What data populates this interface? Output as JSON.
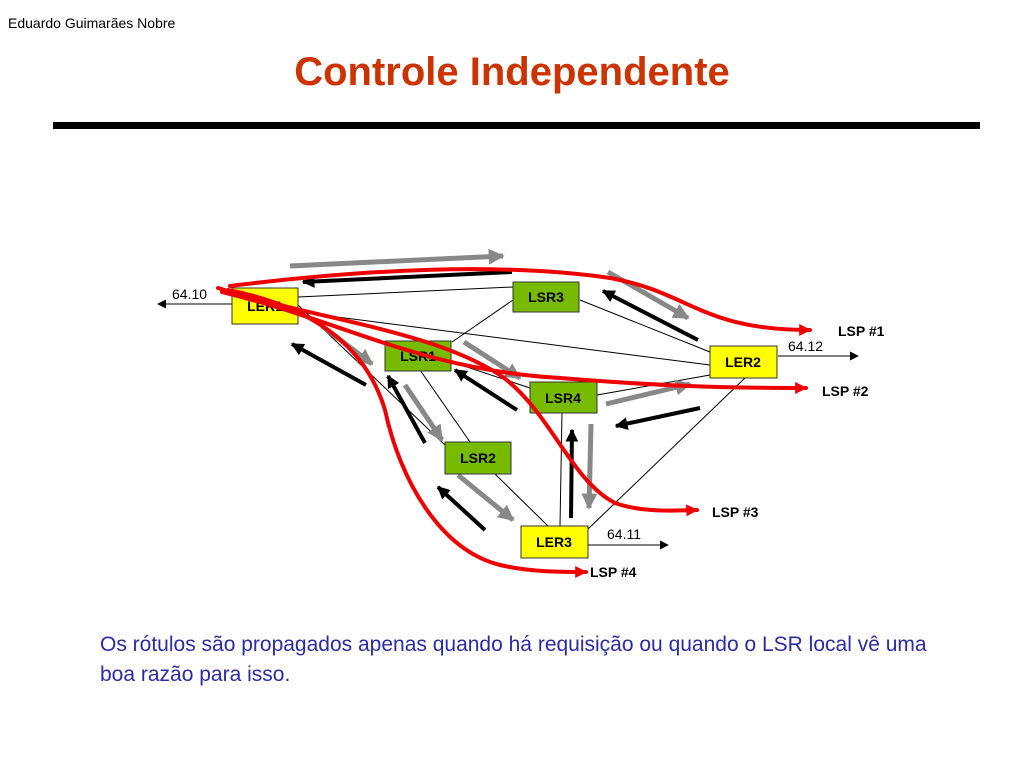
{
  "header": {
    "author": "Eduardo Guimarães Nobre"
  },
  "slide": {
    "title": "Controle Independente"
  },
  "diagram": {
    "colors": {
      "ler_fill": "#ffff00",
      "lsr_fill": "#77bb00",
      "lsp_path": "#ee0000",
      "label_gray": "#888888",
      "label_black": "#000000"
    },
    "nodes": {
      "ler1": "LER1",
      "ler2": "LER2",
      "ler3": "LER3",
      "lsr1": "LSR1",
      "lsr2": "LSR2",
      "lsr3": "LSR3",
      "lsr4": "LSR4"
    },
    "addresses": {
      "ler1": "64.10",
      "ler2": "64.12",
      "ler3": "64.11"
    },
    "lsps": {
      "lsp1": "LSP #1",
      "lsp2": "LSP #2",
      "lsp3": "LSP #3",
      "lsp4": "LSP #4"
    }
  },
  "caption": "Os rótulos são propagados apenas quando há requisição ou quando o LSR local vê uma boa razão para isso."
}
